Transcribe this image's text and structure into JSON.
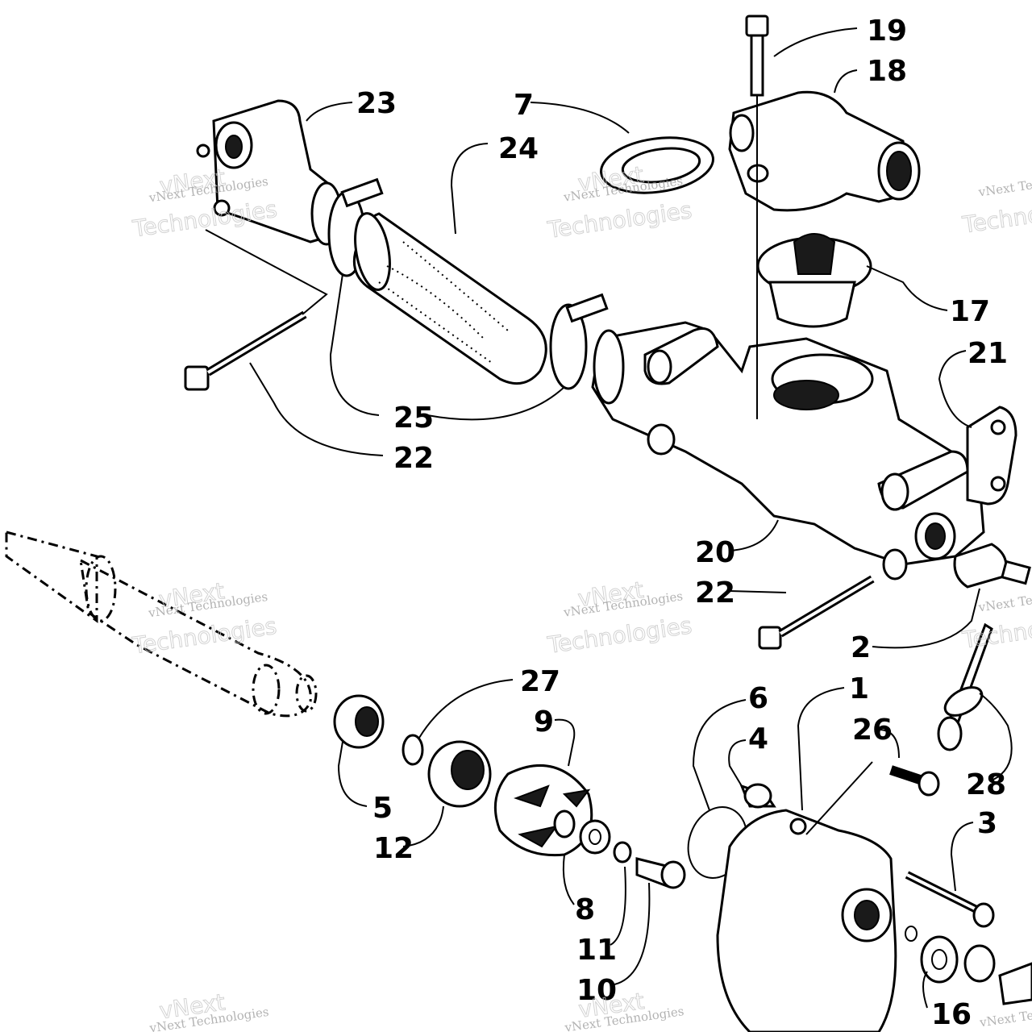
{
  "callouts": {
    "c1": "1",
    "c2": "2",
    "c3": "3",
    "c4": "4",
    "c5": "5",
    "c6": "6",
    "c7": "7",
    "c8": "8",
    "c9": "9",
    "c10": "10",
    "c11": "11",
    "c12": "12",
    "c16": "16",
    "c17": "17",
    "c18": "18",
    "c19": "19",
    "c20": "20",
    "c21": "21",
    "c22a": "22",
    "c22b": "22",
    "c23": "23",
    "c24": "24",
    "c25": "25",
    "c26": "26",
    "c27": "27",
    "c28": "28"
  },
  "watermark": {
    "small": "vNext Technologies",
    "big": "Technologies",
    "brand": "vNext"
  }
}
